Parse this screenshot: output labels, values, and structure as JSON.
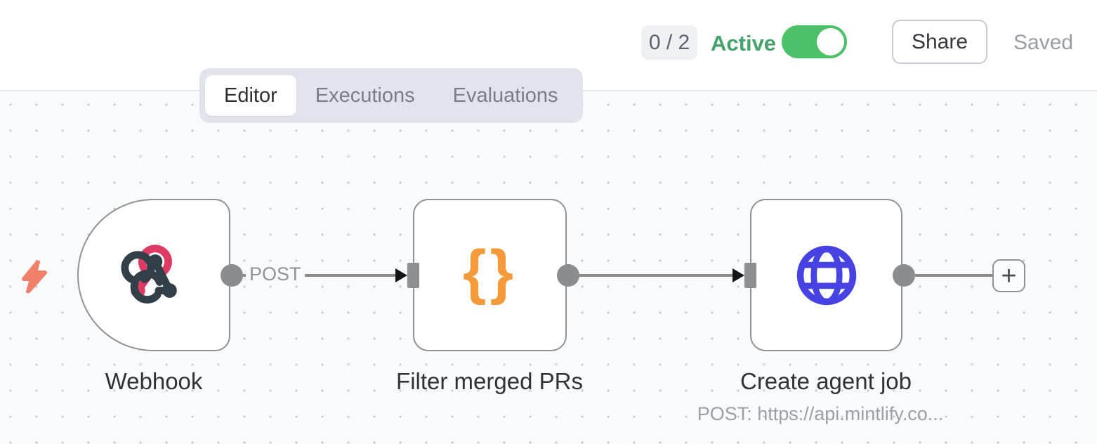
{
  "header": {
    "counter_badge": "0 / 2",
    "active_label": "Active",
    "toggle_state": "on",
    "share_label": "Share",
    "saved_label": "Saved"
  },
  "tabs": {
    "items": [
      {
        "label": "Editor",
        "active": true
      },
      {
        "label": "Executions",
        "active": false
      },
      {
        "label": "Evaluations",
        "active": false
      }
    ]
  },
  "canvas": {
    "trigger_hint_icon": "lightning-bolt-icon",
    "nodes": [
      {
        "label": "Webhook",
        "icon": "webhook-icon",
        "shape": "rounded-left-trigger",
        "output_label": "POST"
      },
      {
        "label": "Filter merged PRs",
        "icon": "curly-braces-icon",
        "shape": "rounded-rect"
      },
      {
        "label": "Create agent job",
        "icon": "globe-icon",
        "shape": "rounded-rect",
        "subtitle": "POST: https://api.mintlify.co..."
      }
    ],
    "add_button_label": "+"
  },
  "colors": {
    "toggle_green": "#4cc168",
    "active_text_green": "#44a26b",
    "node_border_gray": "#909296",
    "connection_gray": "#8b8b8b",
    "webhook_pink": "#dd3a64",
    "webhook_dark": "#333f48",
    "braces_orange": "#f39b3a",
    "globe_blue": "#4643e2",
    "bolt_salmon": "#f0806a",
    "canvas_bg": "#f8fafc",
    "header_bg": "#ffffff",
    "tabs_bg": "#e2e4ed"
  }
}
